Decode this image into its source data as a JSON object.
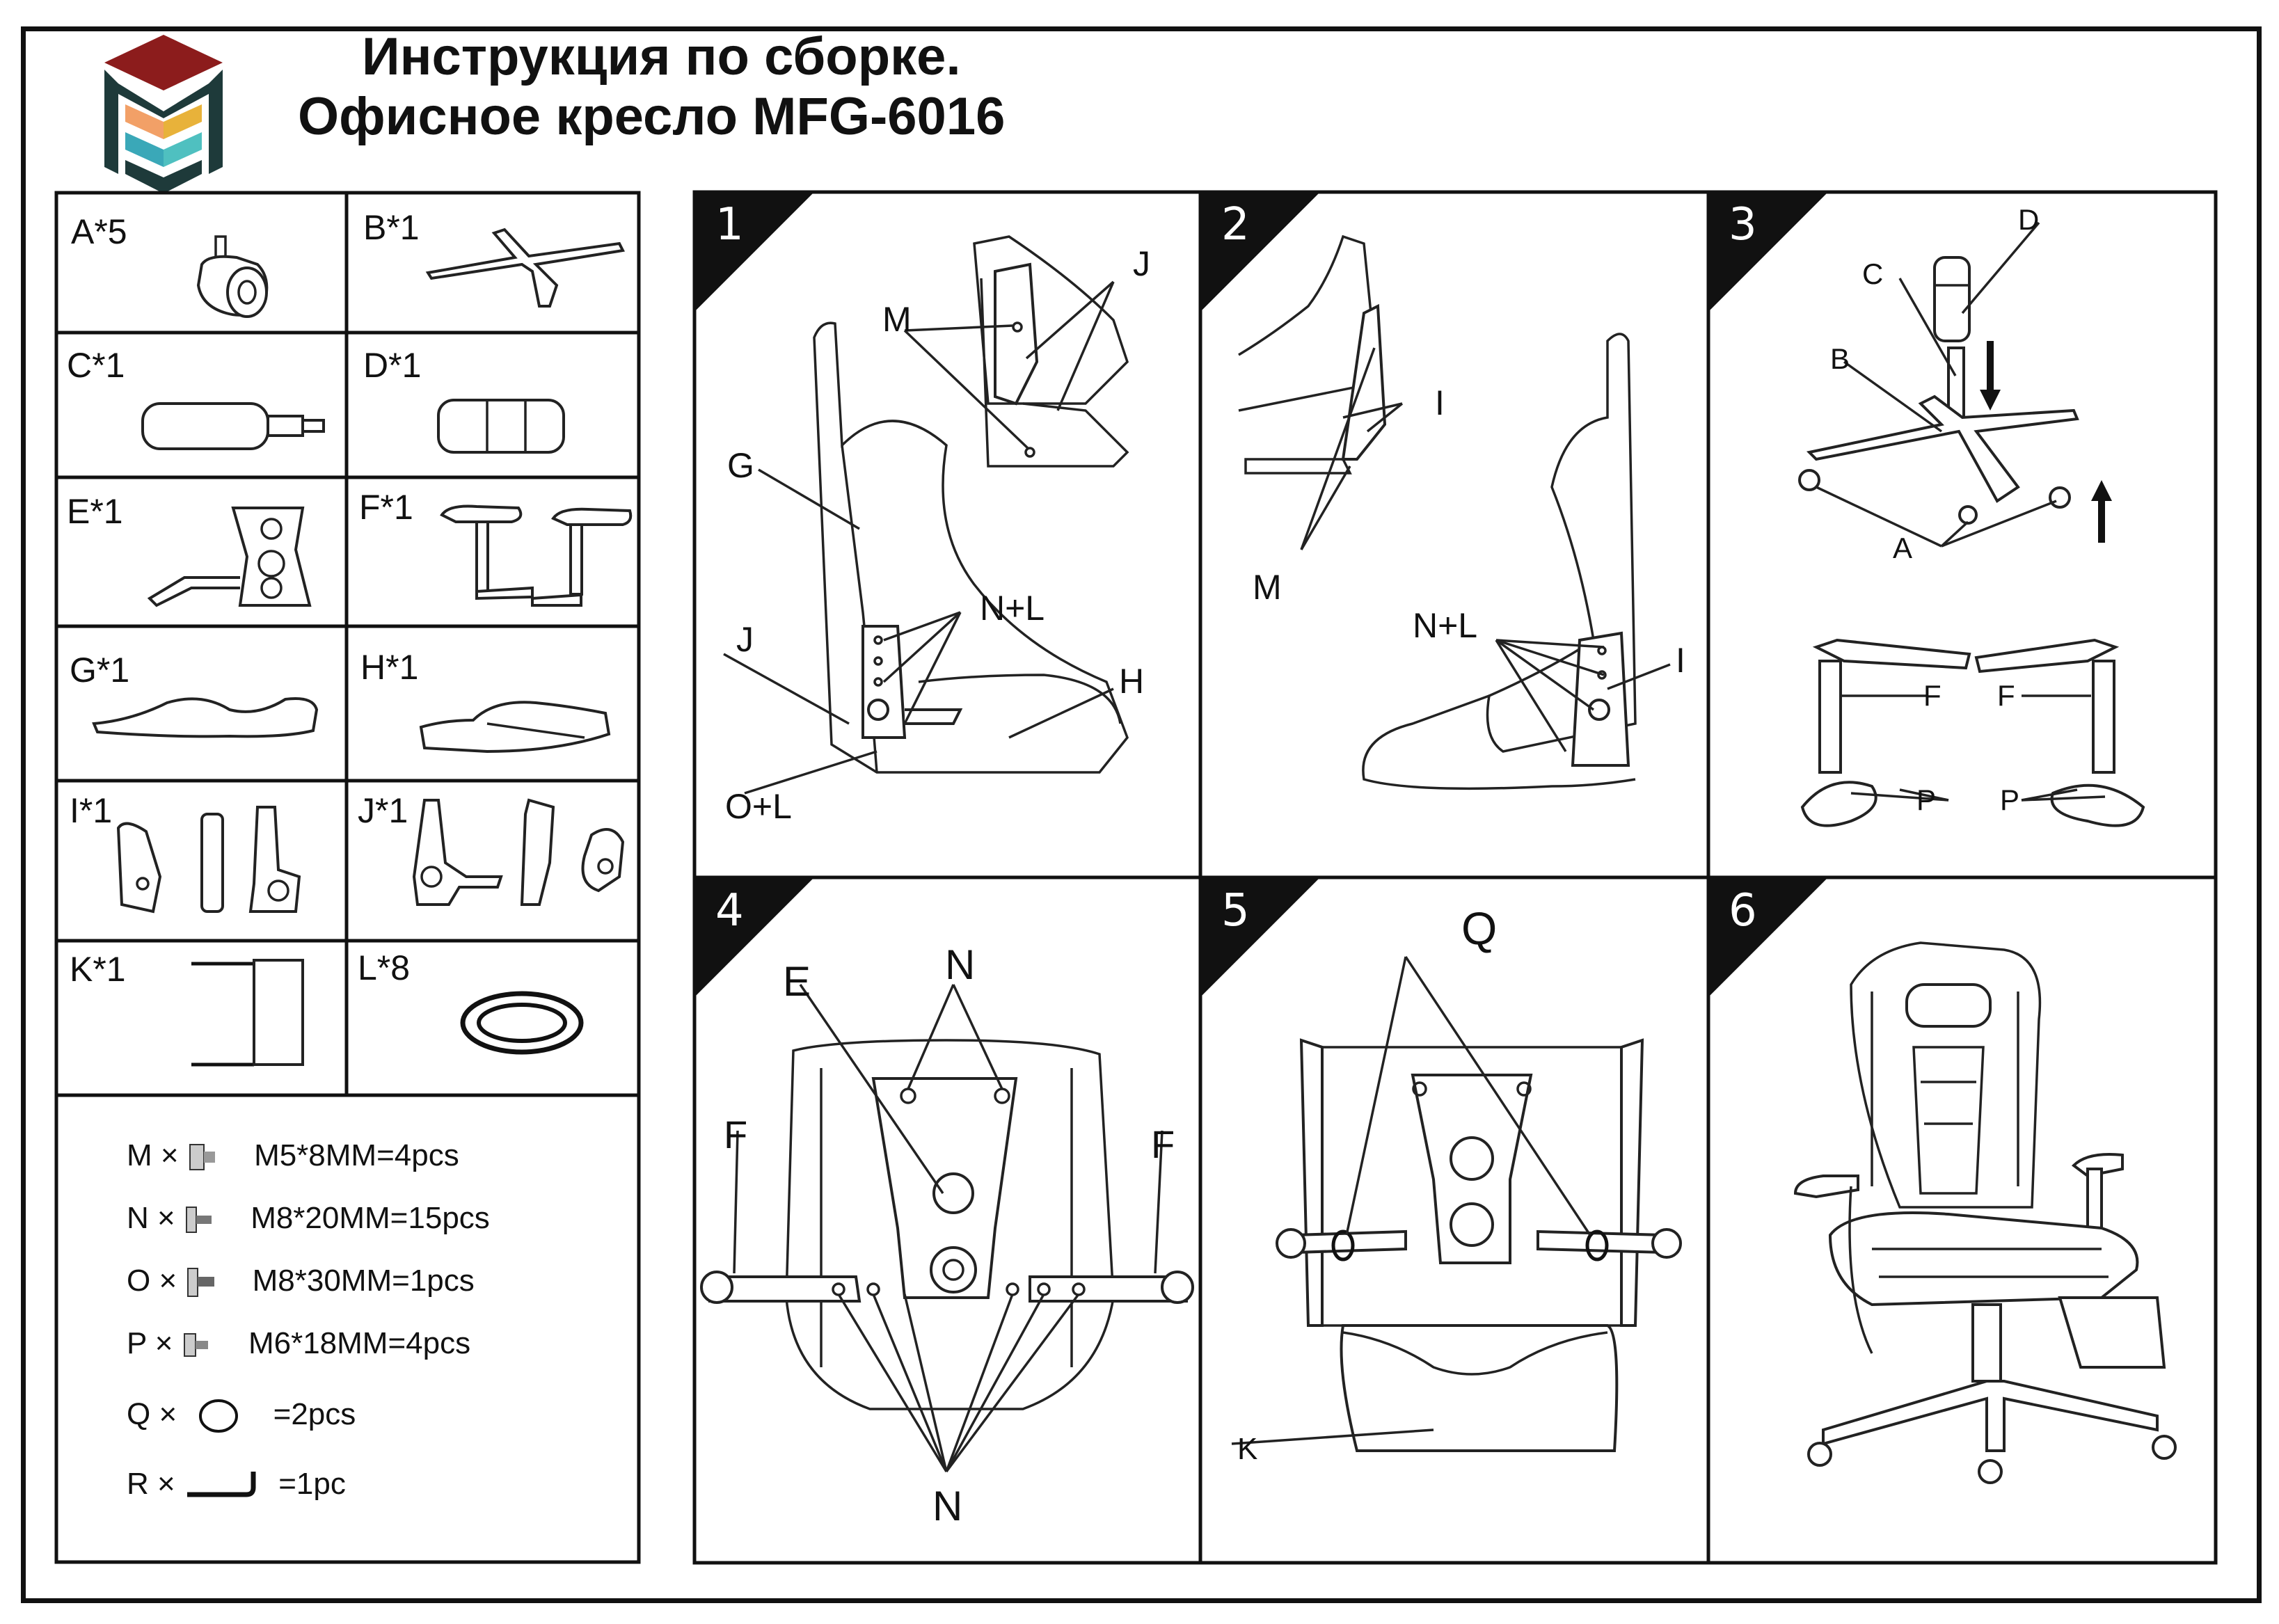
{
  "header": {
    "title_line1": "Инструкция по сборке.",
    "title_line2": "Офисное кресло MFG-6016",
    "logo_colors": [
      "#8c1c1c",
      "#f2a067",
      "#e8b23a",
      "#3aa8b8",
      "#4fc0c0",
      "#1e3a3a"
    ]
  },
  "parts": [
    {
      "id": "A",
      "label": "A*5",
      "icon": "caster-wheel-icon"
    },
    {
      "id": "B",
      "label": "B*1",
      "icon": "star-base-icon"
    },
    {
      "id": "C",
      "label": "C*1",
      "icon": "gas-lift-icon"
    },
    {
      "id": "D",
      "label": "D*1",
      "icon": "lift-cover-icon"
    },
    {
      "id": "E",
      "label": "E*1",
      "icon": "tilt-mechanism-icon"
    },
    {
      "id": "F",
      "label": "F*1",
      "icon": "armrest-pair-icon"
    },
    {
      "id": "G",
      "label": "G*1",
      "icon": "backrest-icon"
    },
    {
      "id": "H",
      "label": "H*1",
      "icon": "seat-cushion-icon"
    },
    {
      "id": "I",
      "label": "I*1",
      "icon": "left-bracket-set-icon"
    },
    {
      "id": "J",
      "label": "J*1",
      "icon": "right-bracket-set-icon"
    },
    {
      "id": "K",
      "label": "K*1",
      "icon": "footrest-icon"
    },
    {
      "id": "L",
      "label": "L*8",
      "icon": "washer-icon"
    }
  ],
  "hardware": [
    {
      "letter": "M",
      "spec": "M5*8MM=4pcs",
      "icon": "short-bolt-icon"
    },
    {
      "letter": "N",
      "spec": "M8*20MM=15pcs",
      "icon": "bolt-icon"
    },
    {
      "letter": "O",
      "spec": "M8*30MM=1pcs",
      "icon": "long-bolt-icon"
    },
    {
      "letter": "P",
      "spec": "M6*18MM=4pcs",
      "icon": "small-bolt-icon"
    },
    {
      "letter": "Q",
      "spec": "=2pcs",
      "icon": "ring-icon"
    },
    {
      "letter": "R",
      "spec": "=1pc",
      "icon": "hex-key-icon"
    }
  ],
  "times_sign": "×",
  "steps": [
    {
      "number": "1",
      "labels": [
        "M",
        "J",
        "G",
        "N+L",
        "J",
        "H",
        "O+L"
      ]
    },
    {
      "number": "2",
      "labels": [
        "I",
        "M",
        "N+L",
        "I"
      ]
    },
    {
      "number": "3",
      "labels": [
        "D",
        "C",
        "B",
        "A",
        "F",
        "F",
        "P",
        "P"
      ]
    },
    {
      "number": "4",
      "labels": [
        "E",
        "N",
        "F",
        "F",
        "N"
      ]
    },
    {
      "number": "5",
      "labels": [
        "Q",
        "K"
      ]
    },
    {
      "number": "6",
      "labels": []
    }
  ]
}
